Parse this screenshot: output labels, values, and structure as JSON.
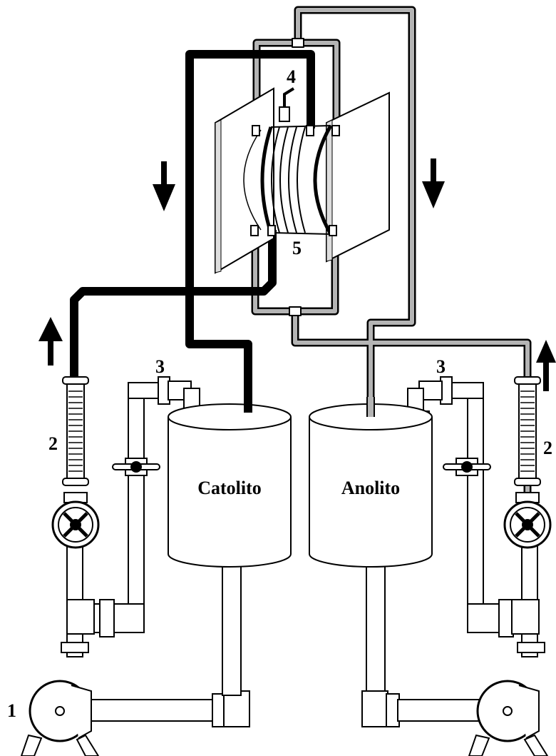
{
  "tanks": {
    "catholyte": "Catolito",
    "anolyte": "Anolito"
  },
  "labels": {
    "pump_left": "1",
    "flowmeter_left": "2",
    "flowmeter_right": "2",
    "valve_left": "3",
    "valve_right": "3",
    "cell_inlet": "4",
    "cell_stack": "5"
  },
  "colors": {
    "catholyte_line": "#000000",
    "anolyte_line": "#a8a8a8",
    "outline": "#000000",
    "fill": "#ffffff"
  }
}
